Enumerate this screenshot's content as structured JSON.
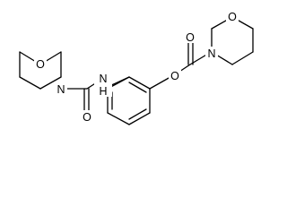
{
  "molecule": {
    "atoms": [
      {
        "id": "o1",
        "label": "O"
      },
      {
        "id": "n1",
        "label": "N"
      },
      {
        "id": "nh",
        "label": "N"
      },
      {
        "id": "h",
        "label": "H"
      },
      {
        "id": "o2",
        "label": "O"
      },
      {
        "id": "o3",
        "label": "O"
      },
      {
        "id": "o4",
        "label": "O"
      },
      {
        "id": "n2",
        "label": "N"
      },
      {
        "id": "o5",
        "label": "O"
      }
    ]
  },
  "colors": {
    "bond": "#000000",
    "background": "#ffffff"
  }
}
